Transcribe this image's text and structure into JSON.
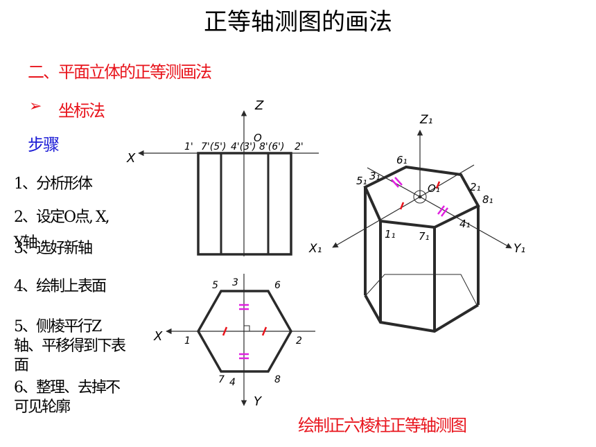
{
  "title": "正等轴测图的画法",
  "section_heading": "二、平面立体的正等测画法",
  "bullet_icon": "triangle-right-icon",
  "bullet_glyph": "➢",
  "method": "坐标法",
  "steps_heading": "步骤",
  "steps": [
    "1、分析形体",
    "2、设定O点, X,",
    "Y轴",
    "3、选好新轴",
    "4、绘制上表面",
    "5、侧棱平行Z轴、平移得到下表面",
    "6、整理、去掉不可见轮廓"
  ],
  "caption": "绘制正六棱柱正等轴测图",
  "front_view": {
    "axis_x": "X",
    "axis_z": "Z",
    "origin": "O",
    "top_labels": [
      "1'",
      "7'(5')",
      "4'(3')",
      "8'(6')",
      "2'"
    ]
  },
  "top_view": {
    "axis_x": "X",
    "axis_y": "Y",
    "points": [
      "1",
      "2",
      "3",
      "4",
      "5",
      "6",
      "7",
      "8"
    ]
  },
  "iso_view": {
    "axis_x": "X₁",
    "axis_y": "Y₁",
    "axis_z": "Z₁",
    "origin": "O₁",
    "points": [
      "1₁",
      "2₁",
      "3₁",
      "4₁",
      "5₁",
      "6₁",
      "7₁",
      "8₁"
    ]
  },
  "colors": {
    "accent_red": "#e8141c",
    "accent_blue": "#1d1dd6",
    "mark_magenta": "#e020e0",
    "line": "#2a2a2a"
  }
}
